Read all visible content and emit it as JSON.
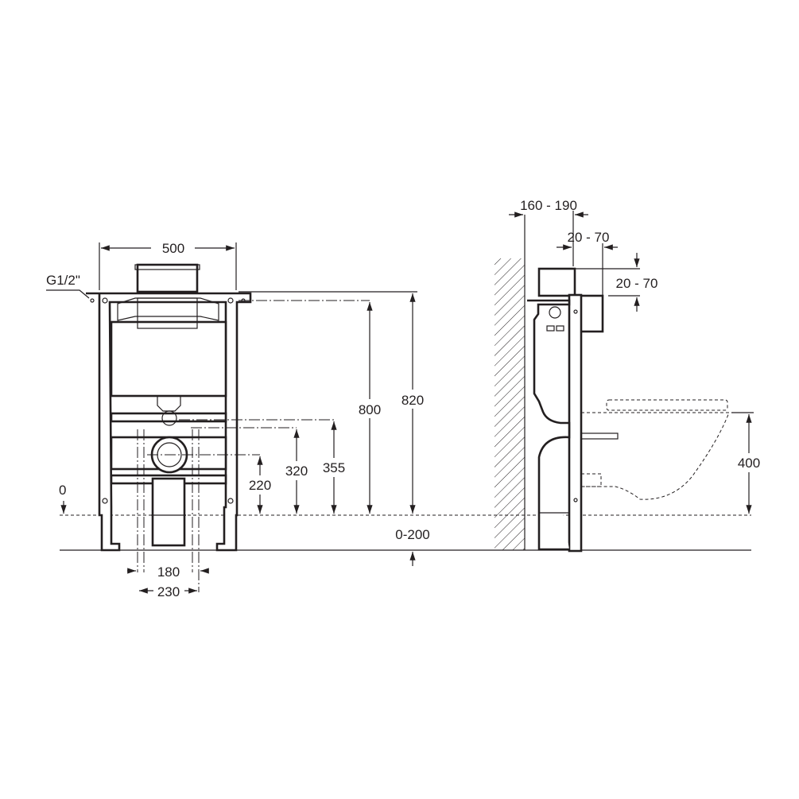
{
  "front_view": {
    "width_label": "500",
    "thread_label": "G1/2\"",
    "thread_main": "G",
    "thread_frac_num": "1",
    "thread_frac_den": "2",
    "thread_suffix": "\"",
    "height_800": "800",
    "height_820": "820",
    "height_355": "355",
    "height_320": "320",
    "height_220": "220",
    "zero_label": "0",
    "floor_adjust_label": "0-200",
    "bolt_180": "180",
    "bolt_230": "230"
  },
  "side_view": {
    "wall_gap_label": "160 - 190",
    "flush_offset_h": "20 - 70",
    "flush_offset_v": "20 - 70",
    "bowl_height": "400"
  },
  "colors": {
    "line": "#231f20",
    "background": "#ffffff"
  }
}
